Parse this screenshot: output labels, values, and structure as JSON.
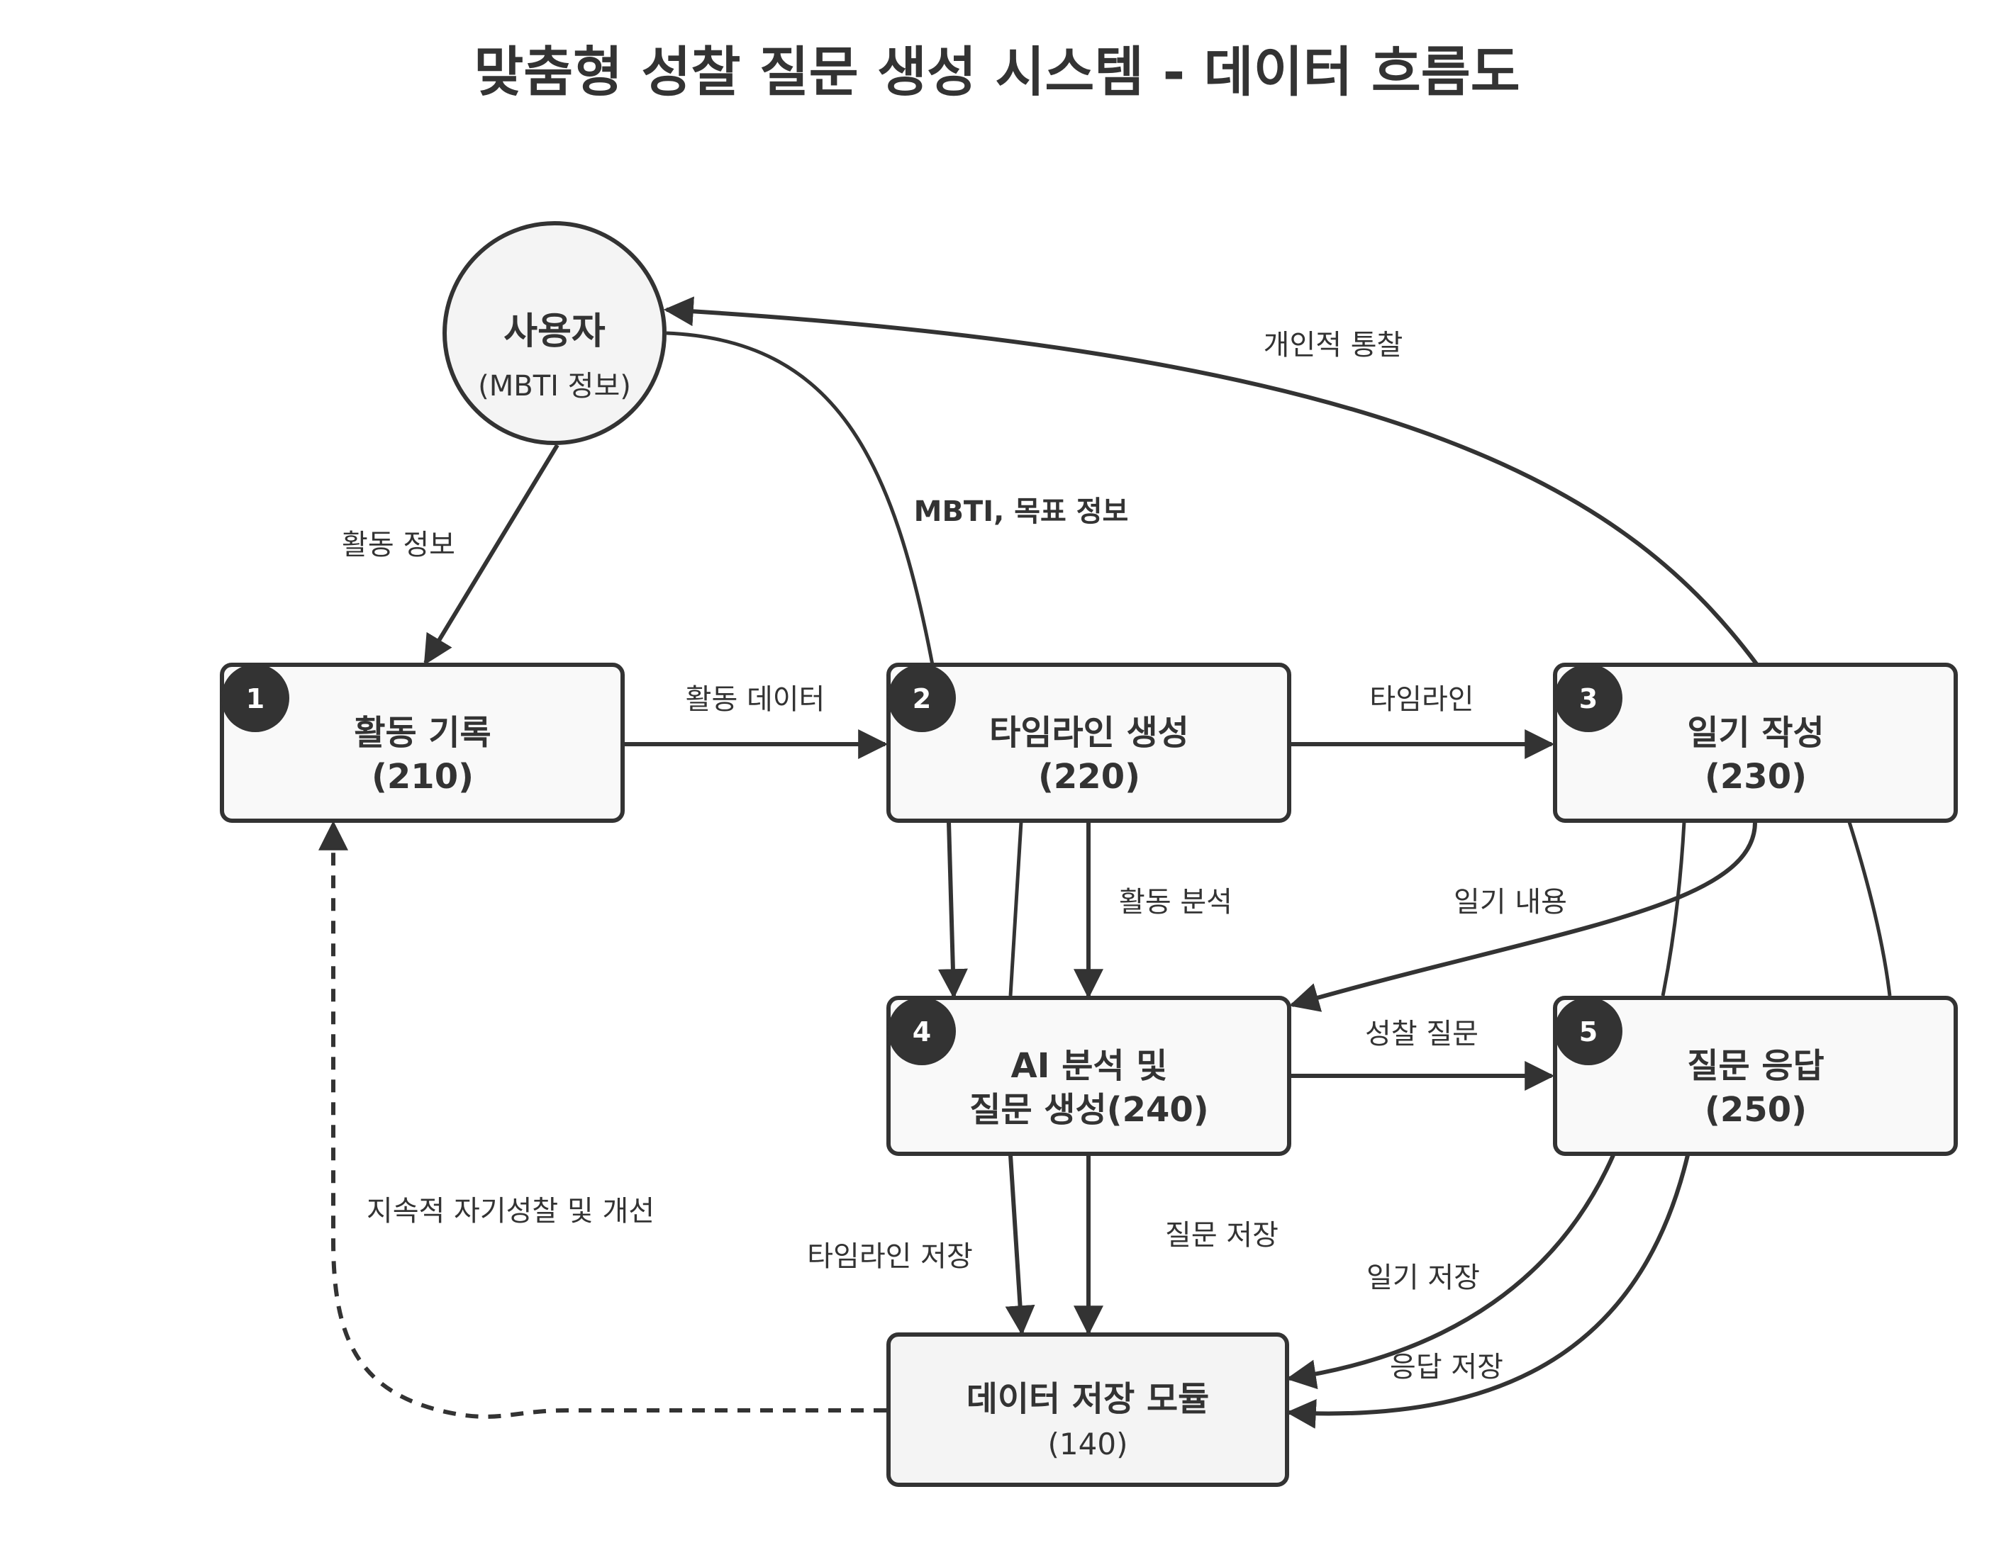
{
  "title": "맞춤형 성찰 질문 생성 시스템 - 데이터 흐름도",
  "colors": {
    "stroke": "#333333",
    "box_fill": "#f9f9f9",
    "store_fill": "#f4f4f4",
    "badge_fill": "#333333",
    "badge_text": "#ffffff",
    "background": "#ffffff"
  },
  "user": {
    "label": "사용자",
    "sublabel": "(MBTI 정보)"
  },
  "nodes": [
    {
      "badge": "1",
      "label": "활동 기록",
      "code": "(210)"
    },
    {
      "badge": "2",
      "label": "타임라인 생성",
      "code": "(220)"
    },
    {
      "badge": "3",
      "label": "일기 작성",
      "code": "(230)"
    },
    {
      "badge": "4",
      "label_line1": "AI 분석 및",
      "label_line2": "질문 생성(240)"
    },
    {
      "badge": "5",
      "label": "질문 응답",
      "code": "(250)"
    }
  ],
  "storage": {
    "label": "데이터 저장 모듈",
    "code": "(140)"
  },
  "edges": {
    "user_to_activity": "활동 정보",
    "user_to_timeline": "MBTI, 목표 정보",
    "diary_to_user": "개인적 통찰",
    "activity_to_timeline": "활동 데이터",
    "timeline_to_diary": "타임라인",
    "timeline_to_ai": "활동 분석",
    "diary_to_ai": "일기 내용",
    "ai_to_response": "성찰 질문",
    "timeline_to_storage": "타임라인 저장",
    "ai_to_storage": "질문 저장",
    "diary_to_storage": "일기 저장",
    "response_to_storage": "응답 저장",
    "storage_to_activity": "지속적 자기성찰 및 개선"
  }
}
